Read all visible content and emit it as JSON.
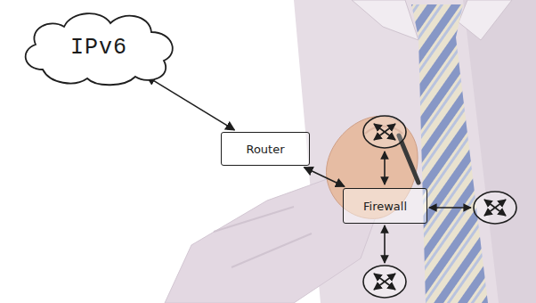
{
  "diagram": {
    "nodes": [
      {
        "text": [
          "IPv6"
        ]
      },
      {
        "text": [
          "Router"
        ]
      },
      {
        "text": [
          "Firewall"
        ]
      }
    ],
    "edges": [
      {
        "from": 0,
        "to": 1,
        "arrow": "both"
      },
      {
        "from": 1,
        "to": 2,
        "arrow": "both"
      }
    ]
  }
}
